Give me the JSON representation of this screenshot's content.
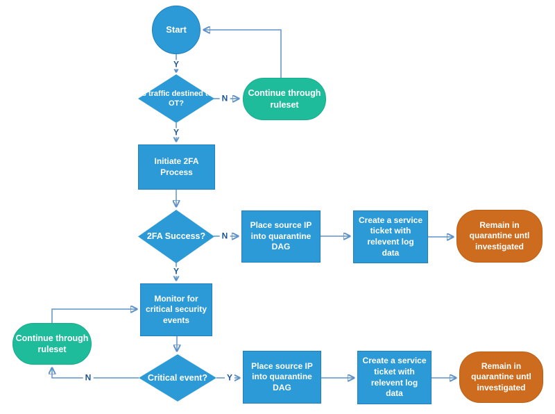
{
  "diagram": {
    "type": "flowchart",
    "colors": {
      "process_blue": "#2b9ad6",
      "process_blue_border": "#1e7fc0",
      "terminator_green": "#1ebc9b",
      "terminator_orange": "#cd6c1f",
      "connector_line": "#5e92c8",
      "arrowhead": "#235a97",
      "edge_label_text": "#1d5596",
      "node_text": "#ffffff",
      "background": "#ffffff"
    },
    "nodes": {
      "start": {
        "shape": "circle",
        "label": "Start"
      },
      "traffic_decision": {
        "shape": "diamond",
        "label": "Is traffic destined to\nOT?"
      },
      "continue_ruleset_top": {
        "shape": "terminator",
        "label": "Continue through\nruleset"
      },
      "initiate_2fa": {
        "shape": "process",
        "label": "Initiate 2FA\nProcess"
      },
      "twofa_success": {
        "shape": "diamond",
        "label": "2FA Success?"
      },
      "quarantine_mid": {
        "shape": "process",
        "label": "Place source IP\ninto quarantine\nDAG"
      },
      "ticket_mid": {
        "shape": "process",
        "label": "Create a service\nticket with\nrelevent log\ndata"
      },
      "remain_mid": {
        "shape": "terminator",
        "label": "Remain in\nquarantine untl\ninvestigated"
      },
      "monitor": {
        "shape": "process",
        "label": "Monitor for\ncritical security\nevents"
      },
      "continue_ruleset_left": {
        "shape": "terminator",
        "label": "Continue through\nruleset"
      },
      "critical_event": {
        "shape": "diamond",
        "label": "Critical event?"
      },
      "quarantine_bottom": {
        "shape": "process",
        "label": "Place source IP\ninto quarantine\nDAG"
      },
      "ticket_bottom": {
        "shape": "process",
        "label": "Create a service\nticket with\nrelevent log\ndata"
      },
      "remain_bottom": {
        "shape": "terminator",
        "label": "Remain in\nquarantine untl\ninvestigated"
      }
    },
    "edge_labels": {
      "start_to_traffic": "Y",
      "traffic_no": "N",
      "traffic_yes": "Y",
      "twofa_no": "N",
      "twofa_yes": "Y",
      "critical_no": "N",
      "critical_yes": "Y"
    }
  }
}
